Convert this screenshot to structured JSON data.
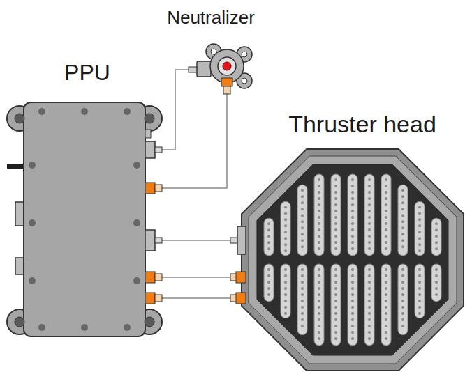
{
  "diagram": {
    "nodes": [
      {
        "text": [
          "Neutralizer"
        ]
      },
      {
        "text": [
          "PPU"
        ]
      },
      {
        "text": [
          "Thruster head"
        ]
      }
    ],
    "edges": [
      {
        "from": 1,
        "to": 0,
        "arrow": "none"
      },
      {
        "from": 1,
        "to": 0,
        "arrow": "none"
      },
      {
        "from": 1,
        "to": 2,
        "arrow": "none"
      },
      {
        "from": 1,
        "to": 2,
        "arrow": "none"
      },
      {
        "from": 1,
        "to": 2,
        "arrow": "none"
      }
    ]
  }
}
